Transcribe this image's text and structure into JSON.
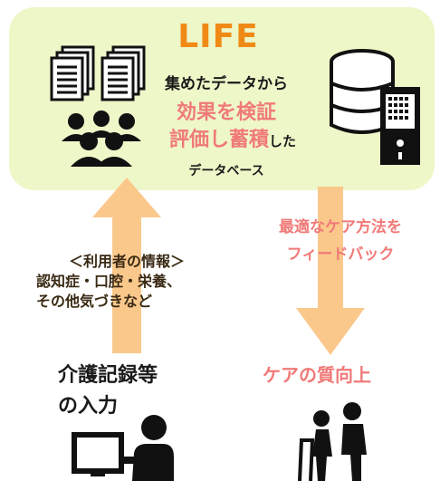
{
  "panel": {
    "title": "LIFE",
    "line1": "集めたデータから",
    "line2": "効果を検証",
    "line3_main": "評価し蓄積",
    "line3_small": "した",
    "line4": "データベース"
  },
  "feedback": {
    "line1": "最適なケア方法を",
    "line2": "フィードバック"
  },
  "info": {
    "line1": "＜利用者の情報＞",
    "line2": "認知症・口腔・栄養、",
    "line3": "その他気づきなど"
  },
  "input": {
    "line1": "介護記録等",
    "line2": "の入力"
  },
  "quality": {
    "label": "ケアの質向上"
  },
  "colors": {
    "panel_bg": "#eef7c8",
    "title": "#f08a16",
    "accent_pink": "#f07a78",
    "arrow": "#fbc88c"
  }
}
